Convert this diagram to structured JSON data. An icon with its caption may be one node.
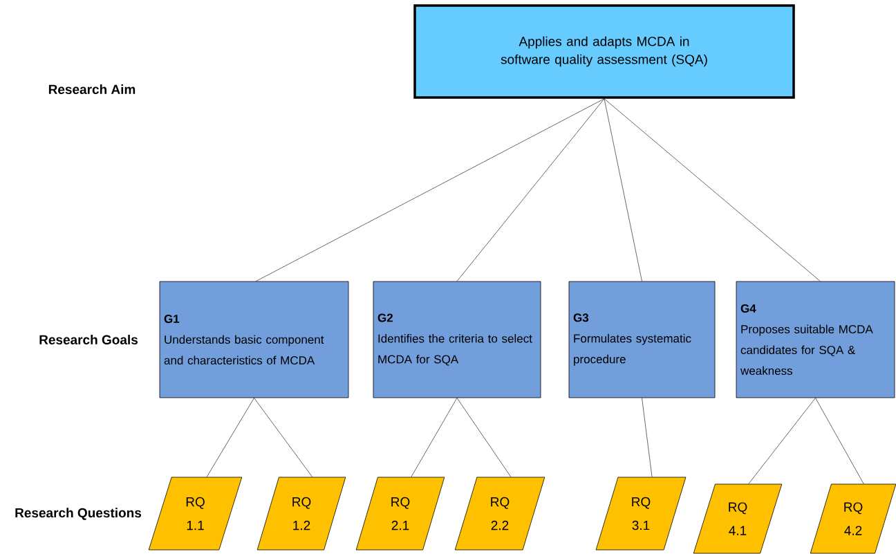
{
  "diagram": {
    "nodes": [
      {
        "text": [
          "Applies and adapts MCDA in software quality assessment (SQA)"
        ]
      },
      {
        "text": [
          "G1",
          "Understands basic component and characteristics of MCDA"
        ]
      },
      {
        "text": [
          "G2",
          "Identifies the criteria to select MCDA for SQA"
        ]
      },
      {
        "text": [
          "G3",
          "Formulates systematic procedure"
        ]
      },
      {
        "text": [
          "G4",
          "Proposes suitable MCDA candidates for SQA & weakness"
        ]
      },
      {
        "text": [
          "RQ 1.1"
        ]
      },
      {
        "text": [
          "RQ 1.2"
        ]
      },
      {
        "text": [
          "RQ 2.1"
        ]
      },
      {
        "text": [
          "RQ 2.2"
        ]
      },
      {
        "text": [
          "RQ 3.1"
        ]
      },
      {
        "text": [
          "RQ 4.1"
        ]
      },
      {
        "text": [
          "RQ 4.2"
        ]
      }
    ],
    "edges": [
      {
        "from": 0,
        "to": 1,
        "arrow": "none"
      },
      {
        "from": 0,
        "to": 2,
        "arrow": "none"
      },
      {
        "from": 0,
        "to": 3,
        "arrow": "none"
      },
      {
        "from": 0,
        "to": 4,
        "arrow": "none"
      },
      {
        "from": 1,
        "to": 5,
        "arrow": "none"
      },
      {
        "from": 1,
        "to": 6,
        "arrow": "none"
      },
      {
        "from": 2,
        "to": 7,
        "arrow": "none"
      },
      {
        "from": 2,
        "to": 8,
        "arrow": "none"
      },
      {
        "from": 3,
        "to": 9,
        "arrow": "none"
      },
      {
        "from": 4,
        "to": 10,
        "arrow": "none"
      },
      {
        "from": 4,
        "to": 11,
        "arrow": "none"
      }
    ],
    "labels": [
      "Research Aim",
      "Research Goals",
      "Research Questions"
    ]
  }
}
